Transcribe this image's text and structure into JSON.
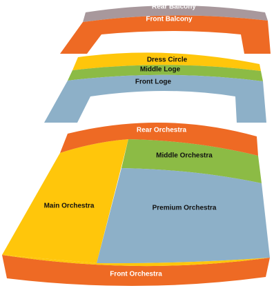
{
  "colors": {
    "rear_balcony": "#A8989C",
    "front_balcony": "#EE6A24",
    "dress_circle": "#FFC60B",
    "middle_loge": "#8CBB45",
    "front_loge": "#8DB0C8",
    "rear_orchestra": "#EE6A24",
    "middle_orchestra": "#8CBB45",
    "main_orchestra": "#FFC60B",
    "premium_orchestra": "#8DB0C8",
    "front_orchestra": "#EE6A24"
  },
  "sections": {
    "rear_balcony": "Rear Balcony",
    "front_balcony": "Front Balcony",
    "dress_circle": "Dress Circle",
    "middle_loge": "Middle Loge",
    "front_loge": "Front Loge",
    "rear_orchestra": "Rear Orchestra",
    "middle_orchestra": "Middle Orchestra",
    "main_orchestra": "Main Orchestra",
    "premium_orchestra": "Premium Orchestra",
    "front_orchestra": "Front Orchestra"
  }
}
